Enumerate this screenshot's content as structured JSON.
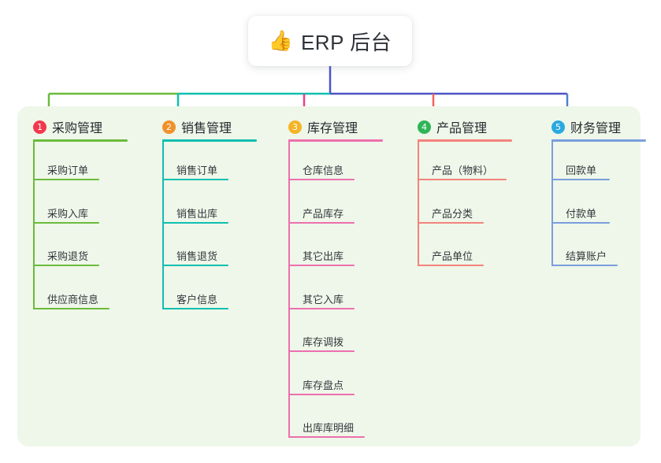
{
  "root": {
    "icon": "thumbs-up-icon",
    "icon_glyph": "👍",
    "title": "ERP 后台"
  },
  "panel": {
    "background": "#eef7e9"
  },
  "connector": {
    "stem_color": "#4c54c6",
    "segments": [
      {
        "from": "col1",
        "to": "col2",
        "color": "#6cbb3c"
      },
      {
        "from": "col2",
        "to": "col3",
        "color": "#0fbfb0"
      },
      {
        "from": "col3",
        "to": "col5",
        "color": "#4c54c6"
      }
    ],
    "drops": [
      {
        "column": 1,
        "color": "#6cbb3c"
      },
      {
        "column": 2,
        "color": "#0fbfb0"
      },
      {
        "column": 3,
        "color": "#ed3f8c"
      },
      {
        "column": 4,
        "color": "#f4635c"
      },
      {
        "column": 5,
        "color": "#4c7fd1"
      }
    ]
  },
  "columns": [
    {
      "index": "1",
      "badge_number": "1",
      "badge_color": "#f2384f",
      "label": "采购管理",
      "line_color": "#6cbb3c",
      "rule_width": 120,
      "items": [
        {
          "label": "采购订单",
          "rule_width": 84
        },
        {
          "label": "采购入库",
          "rule_width": 84
        },
        {
          "label": "采购退货",
          "rule_width": 84
        },
        {
          "label": "供应商信息",
          "rule_width": 97
        }
      ]
    },
    {
      "index": "2",
      "badge_number": "2",
      "badge_color": "#f0912b",
      "label": "销售管理",
      "line_color": "#0fbfb0",
      "rule_width": 120,
      "items": [
        {
          "label": "销售订单",
          "rule_width": 84
        },
        {
          "label": "销售出库",
          "rule_width": 84
        },
        {
          "label": "销售退货",
          "rule_width": 84
        },
        {
          "label": "客户信息",
          "rule_width": 84
        }
      ]
    },
    {
      "index": "3",
      "badge_number": "3",
      "badge_color": "#f5b425",
      "label": "库存管理",
      "line_color": "#ed6fae",
      "rule_width": 120,
      "items": [
        {
          "label": "仓库信息",
          "rule_width": 84
        },
        {
          "label": "产品库存",
          "rule_width": 84
        },
        {
          "label": "其它出库",
          "rule_width": 84
        },
        {
          "label": "其它入库",
          "rule_width": 84
        },
        {
          "label": "库存调拨",
          "rule_width": 84
        },
        {
          "label": "库存盘点",
          "rule_width": 84
        },
        {
          "label": "出库库明细",
          "rule_width": 97
        }
      ]
    },
    {
      "index": "4",
      "badge_number": "4",
      "badge_color": "#2fb457",
      "label": "产品管理",
      "line_color": "#f4837c",
      "rule_width": 120,
      "items": [
        {
          "label": "产品（物料）",
          "rule_width": 113
        },
        {
          "label": "产品分类",
          "rule_width": 84
        },
        {
          "label": "产品单位",
          "rule_width": 84
        }
      ]
    },
    {
      "index": "5",
      "badge_number": "5",
      "badge_color": "#2aa9e0",
      "label": "财务管理",
      "line_color": "#7a9ede",
      "rule_width": 120,
      "items": [
        {
          "label": "回款单",
          "rule_width": 74
        },
        {
          "label": "付款单",
          "rule_width": 74
        },
        {
          "label": "结算账户",
          "rule_width": 84
        }
      ]
    }
  ]
}
